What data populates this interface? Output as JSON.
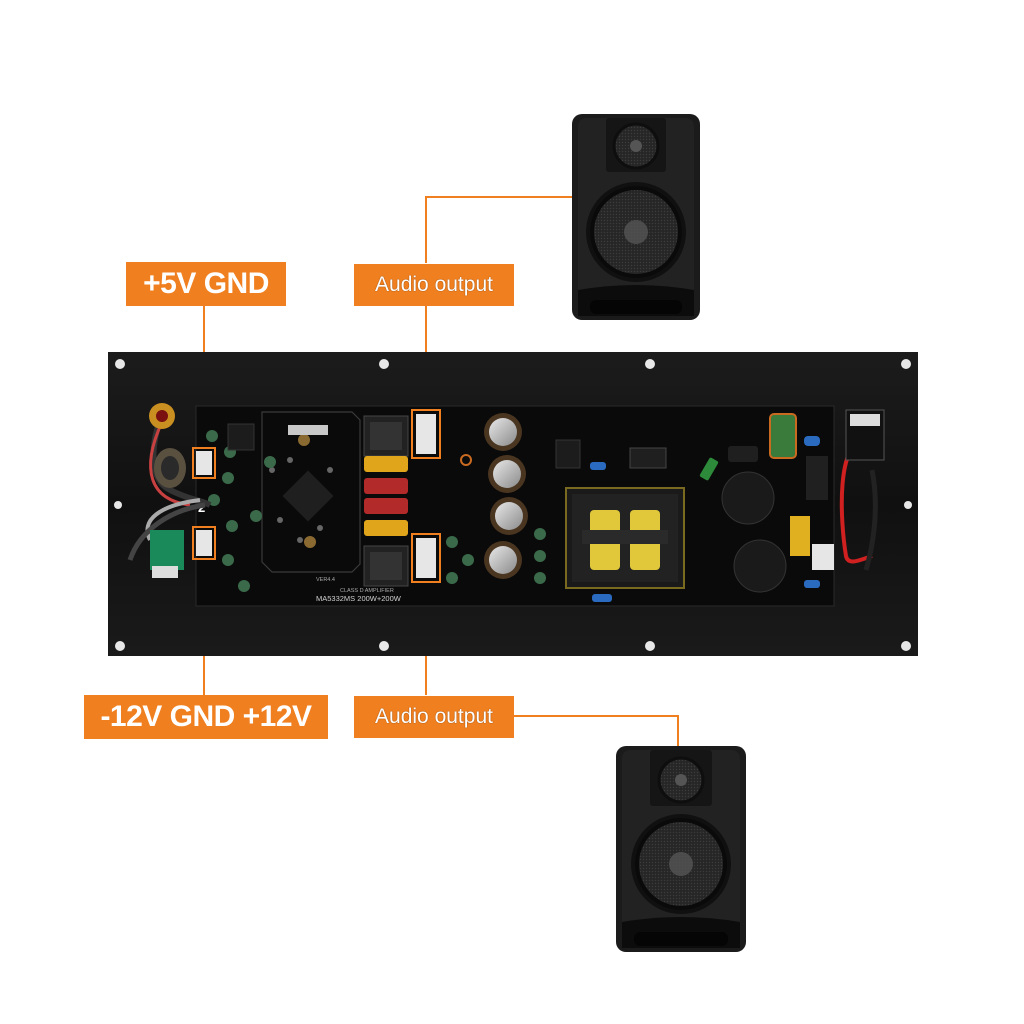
{
  "labels": {
    "power_5v": "+5V GND",
    "audio_top": "Audio output",
    "power_12v": "-12V GND +12V",
    "audio_bottom": "Audio output"
  },
  "board": {
    "model_silk": "MA5332MS 200W+200W",
    "class_silk": "CLASS D AMPLIFIER",
    "version_silk": "VER4.4",
    "connector_mark": "2"
  },
  "colors": {
    "label_bg": "#f07f1f",
    "label_text": "#ffffff",
    "leader_line": "#f07f1f",
    "board": "#141414",
    "speaker": "#1b1b1b"
  }
}
